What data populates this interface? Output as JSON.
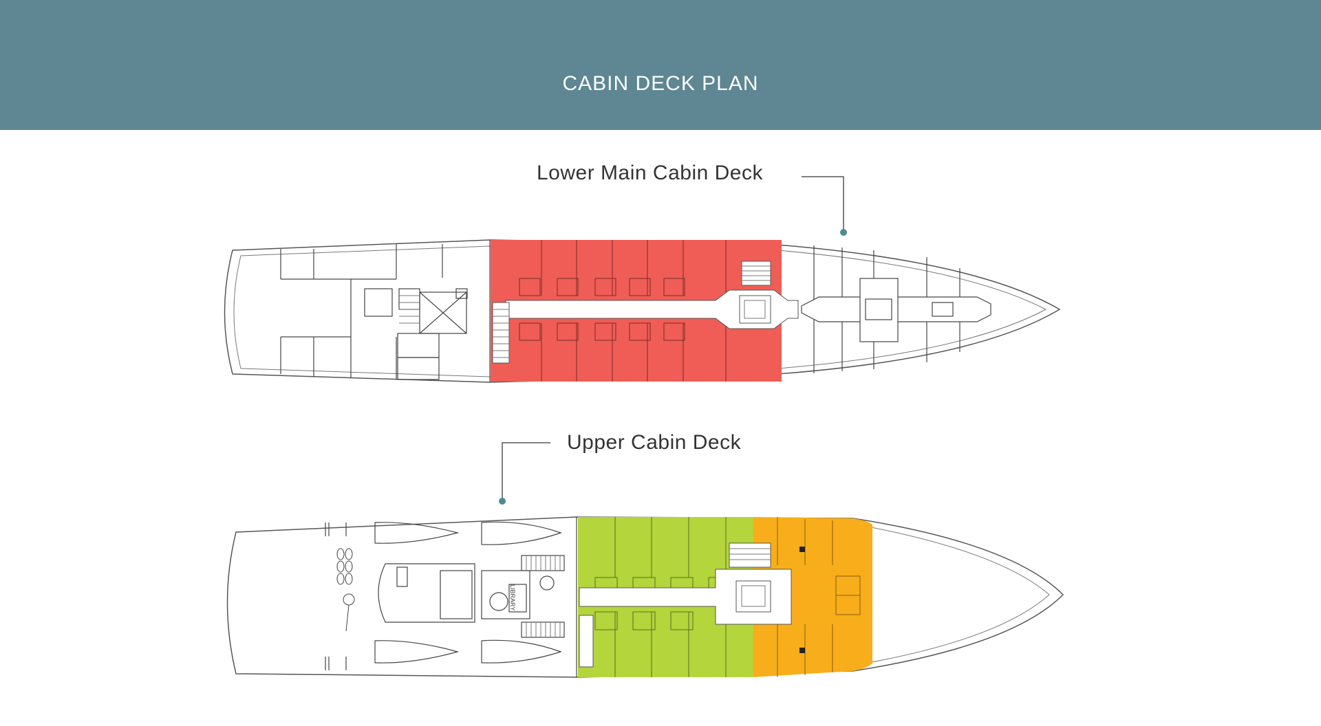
{
  "header": {
    "title": "CABIN DECK PLAN"
  },
  "decks": {
    "lower": {
      "label": "Lower Main Cabin Deck",
      "zone_color": "#ef5d56"
    },
    "upper": {
      "label": "Upper Cabin Deck",
      "zone_colors": [
        "#b4d53b",
        "#f7ae1a"
      ]
    },
    "library_label": "LIBRARY"
  },
  "colors": {
    "header_bg": "#5e8693",
    "pointer": "#4e8a92",
    "line": "#444444"
  }
}
